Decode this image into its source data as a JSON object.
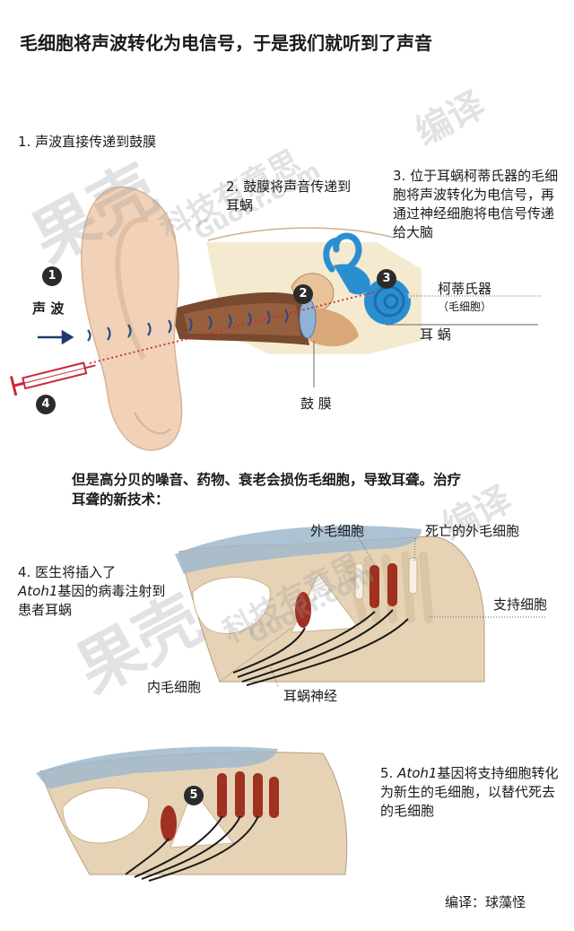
{
  "title": "毛细胞将声波转化为电信号，于是我们就听到了声音",
  "top_panel": {
    "step1": "1. 声波直接传递到鼓膜",
    "step2": "2. 鼓膜将声音传递到耳蜗",
    "step3": "3. 位于耳蜗柯蒂氏器的毛细胞将声波转化为电信号，再通过神经细胞将电信号传递给大脑",
    "sound_wave_label": "声 波",
    "organ_of_corti_label": "柯蒂氏器",
    "hair_cell_paren": "（毛细胞）",
    "cochlea_label": "耳 蜗",
    "eardrum_label": "鼓 膜",
    "badges": [
      "1",
      "2",
      "3",
      "4"
    ]
  },
  "middle_panel": {
    "intro": "但是高分贝的噪音、药物、衰老会损伤毛细胞，导致耳聋。治疗耳聋的新技术：",
    "step4_prefix": "4. 医生将插入了",
    "step4_italic": "Atoh1",
    "step4_rest": "基因的病毒注射到患者耳蜗",
    "outer_hair_cell": "外毛细胞",
    "dead_outer_hair_cell": "死亡的外毛细胞",
    "supporting_cell": "支持细胞",
    "inner_hair_cell": "内毛细胞",
    "cochlear_nerve": "耳蜗神经"
  },
  "bottom_panel": {
    "step5_prefix": "5. ",
    "step5_italic": "Atoh1",
    "step5_rest": "基因将支持细胞转化为新生的毛细胞，以替代死去的毛细胞",
    "badge": "5"
  },
  "credit": "编译：球藻怪",
  "watermarks": {
    "guokr": "果壳",
    "tech": "科技有意思",
    "url": "Guokr.com",
    "translate": "编译"
  },
  "colors": {
    "skin": "#f1d2b8",
    "cochlea_blue": "#2a8fd1",
    "hair_cell_red": "#a0301f",
    "tissue_beige": "#e6d3b6",
    "membrane_blue": "#9fb8cc",
    "arrow_navy": "#1f3b6e",
    "syringe_red": "#c8283a"
  }
}
